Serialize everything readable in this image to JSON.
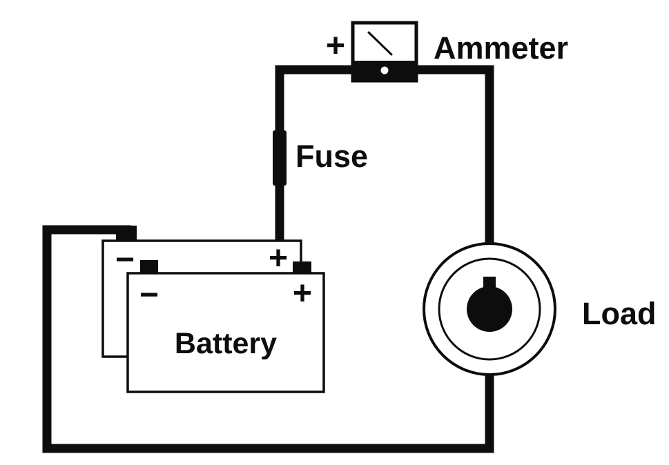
{
  "diagram": {
    "labels": {
      "ammeter": "Ammeter",
      "fuse": "Fuse",
      "battery": "Battery",
      "load": "Load"
    },
    "polarity": {
      "ammeter_plus": "+",
      "battery_back_minus": "−",
      "battery_back_plus": "+",
      "battery_front_minus": "−",
      "battery_front_plus": "+"
    },
    "colors": {
      "line": "#0d0d0d",
      "background": "#ffffff"
    }
  }
}
